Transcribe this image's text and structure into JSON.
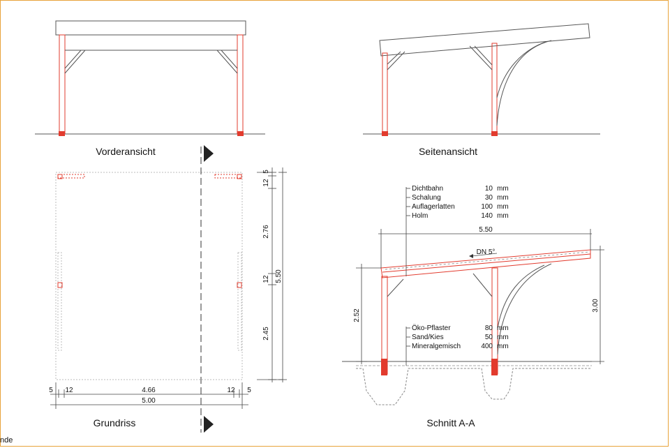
{
  "titles": {
    "front": "Vorderansicht",
    "side": "Seitenansicht",
    "plan": "Grundriss",
    "section": "Schnitt A-A",
    "corner": "nde"
  },
  "plan_dims": {
    "right_5": "5",
    "right_12_top": "12",
    "right_276": "2.76",
    "right_12_mid": "12",
    "right_550": "5.50",
    "right_245": "2.45",
    "bottom_5_left": "5",
    "bottom_12_left": "12",
    "bottom_466": "4.66",
    "bottom_12_right": "12",
    "bottom_5_right": "5",
    "bottom_500": "5.00"
  },
  "roof_layers": [
    {
      "name": "Dichtbahn",
      "value": "10",
      "unit": "mm"
    },
    {
      "name": "Schalung",
      "value": "30",
      "unit": "mm"
    },
    {
      "name": "Auflagerlatten",
      "value": "100",
      "unit": "mm"
    },
    {
      "name": "Holm",
      "value": "140",
      "unit": "mm"
    }
  ],
  "ground_layers": [
    {
      "name": "Öko-Pflaster",
      "value": "80",
      "unit": "mm"
    },
    {
      "name": "Sand/Kies",
      "value": "50",
      "unit": "mm"
    },
    {
      "name": "Mineralgemisch",
      "value": "400",
      "unit": "mm"
    }
  ],
  "section_dims": {
    "width": "5.50",
    "slope": "DN 5°",
    "height_low": "2.52",
    "height_high": "3.00"
  },
  "colors": {
    "line": "#555555",
    "red": "#e23b2e",
    "frame": "#e8a23a"
  }
}
